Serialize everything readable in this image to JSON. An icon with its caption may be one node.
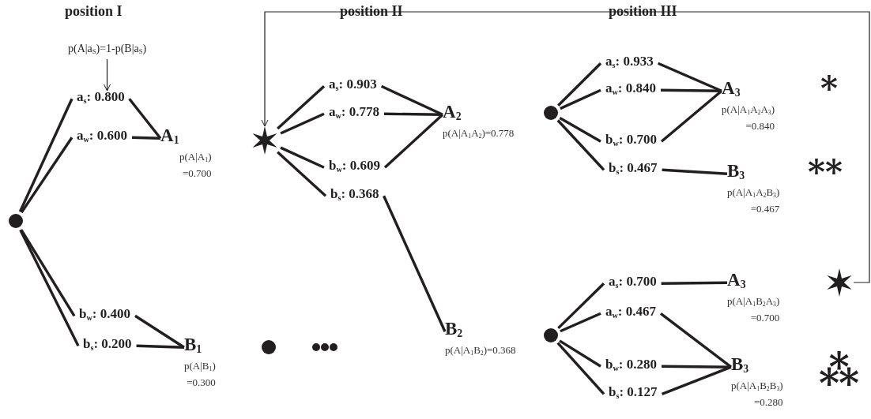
{
  "diagram": {
    "nodes": [
      {
        "text": [],
        "shape": "circle"
      },
      {
        "text": [
          "a$_{s}$: 0.800"
        ]
      },
      {
        "text": [
          "a$_{w}$: 0.600"
        ]
      },
      {
        "text": [
          "b$_{w}$: 0.400"
        ]
      },
      {
        "text": [
          "b$_{s}$: 0.200"
        ]
      },
      {
        "text": [
          "A$_{1}$",
          "p(A|A$_{1}$) =0.700"
        ]
      },
      {
        "text": [
          "B$_{1}$",
          "p(A|B$_{1}$) =0.300"
        ]
      },
      {
        "text": [],
        "shape": "star"
      },
      {
        "text": [],
        "shape": "circle"
      },
      {
        "text": [
          "a$_{s}$: 0.903"
        ]
      },
      {
        "text": [
          "a$_{w}$: 0.778"
        ]
      },
      {
        "text": [
          "b$_{w}$: 0.609"
        ]
      },
      {
        "text": [
          "b$_{s}$: 0.368"
        ]
      },
      {
        "text": [
          "A$_{2}$",
          "p(A|A$_{1}$A$_{2}$)=0.778"
        ]
      },
      {
        "text": [
          "B$_{2}$",
          "p(A|A$_{1}$B$_{2}$)=0.368"
        ]
      },
      {
        "text": [],
        "shape": "circle"
      },
      {
        "text": [],
        "shape": "circle"
      },
      {
        "text": [
          "a$_{s}$: 0.933"
        ]
      },
      {
        "text": [
          "a$_{w}$: 0.840"
        ]
      },
      {
        "text": [
          "b$_{w}$: 0.700"
        ]
      },
      {
        "text": [
          "b$_{s}$: 0.467"
        ]
      },
      {
        "text": [
          "A$_{3}$",
          "p(A|A$_{1}$A$_{2}$A$_{3}$) =0.840"
        ]
      },
      {
        "text": [
          "B$_{3}$",
          "p(A|A$_{1}$A$_{2}$B$_{3}$) =0.467"
        ]
      },
      {
        "text": [
          "a$_{s}$: 0.700"
        ]
      },
      {
        "text": [
          "a$_{w}$: 0.467"
        ]
      },
      {
        "text": [
          "b$_{w}$: 0.280"
        ]
      },
      {
        "text": [
          "b$_{s}$: 0.127"
        ]
      },
      {
        "text": [
          "A$_{3}$",
          "p(A|A$_{1}$B$_{2}$A$_{3}$) =0.700"
        ]
      },
      {
        "text": [
          "B$_{3}$",
          "p(A|A$_{1}$B$_{2}$B$_{3}$) =0.280"
        ]
      },
      {
        "text": [],
        "shape": "star"
      },
      {
        "text": [
          "p(A|a$_{S}$)=1-p(B|a$_{S}$)"
        ]
      }
    ],
    "edges": [
      {
        "from": 0,
        "to": 1,
        "arrow": "none"
      },
      {
        "from": 0,
        "to": 2,
        "arrow": "none"
      },
      {
        "from": 0,
        "to": 3,
        "arrow": "none"
      },
      {
        "from": 0,
        "to": 4,
        "arrow": "none"
      },
      {
        "from": 1,
        "to": 5,
        "arrow": "none"
      },
      {
        "from": 2,
        "to": 5,
        "arrow": "none"
      },
      {
        "from": 3,
        "to": 6,
        "arrow": "none"
      },
      {
        "from": 4,
        "to": 6,
        "arrow": "none"
      },
      {
        "from": 7,
        "to": 9,
        "arrow": "none"
      },
      {
        "from": 7,
        "to": 10,
        "arrow": "none"
      },
      {
        "from": 7,
        "to": 11,
        "arrow": "none"
      },
      {
        "from": 7,
        "to": 12,
        "arrow": "none"
      },
      {
        "from": 9,
        "to": 13,
        "arrow": "none"
      },
      {
        "from": 10,
        "to": 13,
        "arrow": "none"
      },
      {
        "from": 11,
        "to": 13,
        "arrow": "none"
      },
      {
        "from": 12,
        "to": 14,
        "arrow": "none"
      },
      {
        "from": 15,
        "to": 17,
        "arrow": "none"
      },
      {
        "from": 15,
        "to": 18,
        "arrow": "none"
      },
      {
        "from": 15,
        "to": 19,
        "arrow": "none"
      },
      {
        "from": 15,
        "to": 20,
        "arrow": "none"
      },
      {
        "from": 17,
        "to": 21,
        "arrow": "none"
      },
      {
        "from": 18,
        "to": 21,
        "arrow": "none"
      },
      {
        "from": 19,
        "to": 21,
        "arrow": "none"
      },
      {
        "from": 20,
        "to": 22,
        "arrow": "none"
      },
      {
        "from": 16,
        "to": 23,
        "arrow": "none"
      },
      {
        "from": 16,
        "to": 24,
        "arrow": "none"
      },
      {
        "from": 16,
        "to": 25,
        "arrow": "none"
      },
      {
        "from": 16,
        "to": 26,
        "arrow": "none"
      },
      {
        "from": 23,
        "to": 27,
        "arrow": "none"
      },
      {
        "from": 24,
        "to": 28,
        "arrow": "none"
      },
      {
        "from": 25,
        "to": 28,
        "arrow": "none"
      },
      {
        "from": 26,
        "to": 28,
        "arrow": "none"
      },
      {
        "from": 29,
        "to": 7,
        "arrow": "to"
      },
      {
        "from": 30,
        "to": 1,
        "arrow": "to"
      }
    ],
    "labels": [
      "position I",
      "position II",
      "position III",
      "*",
      "**",
      "⁂"
    ]
  }
}
